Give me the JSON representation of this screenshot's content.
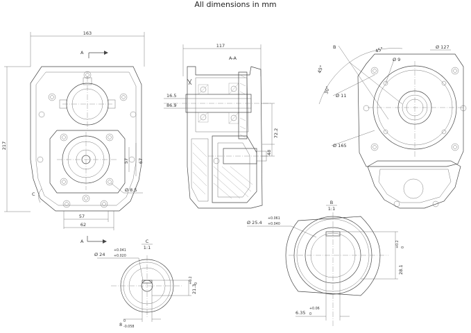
{
  "header": {
    "title": "All dimensions in mm"
  },
  "front_view": {
    "width_dim": "163",
    "height_dim": "217",
    "dim_57": "57",
    "dim_67": "67",
    "bottom_57": "57",
    "bottom_62": "62",
    "hole_dia": "Ø 8.5",
    "section_marker_top": "A",
    "section_marker_bottom": "A",
    "detail_marker": "C"
  },
  "section_view": {
    "label": "A-A",
    "width_dim": "117",
    "dim_16_5": "16.5",
    "dim_86_9": "86.9",
    "dim_72_2": "72.2",
    "dim_48": "48"
  },
  "side_view": {
    "angle_45_top": "45°",
    "angle_45_left": "45°",
    "angle_30": "30°",
    "dia_127": "Ø 127",
    "dia_9": "Ø 9",
    "dia_11": "Ø 11",
    "dia_165": "Ø 165",
    "section_marker": "B"
  },
  "detail_c": {
    "label": "C",
    "scale": "1:1",
    "dia": "Ø 24",
    "dia_tol_upper": "+0.041",
    "dia_tol_lower": "+0.020",
    "dim_21_3": "21.3",
    "dim_21_3_tol": "+0.2",
    "dim_21_3_tol_lower": "0",
    "key_width": "8",
    "key_tol_upper": "0",
    "key_tol_lower": "-0.058"
  },
  "detail_b": {
    "label": "B",
    "scale": "1:1",
    "dia": "Ø 25.4",
    "dia_tol_upper": "+0.061",
    "dia_tol_lower": "+0.040",
    "dim_28_1": "28.1",
    "dim_28_1_tol": "+0.2",
    "dim_28_1_tol_lower": "0",
    "key_width": "6.35",
    "key_tol_upper": "+0.06",
    "key_tol_lower": "0"
  }
}
